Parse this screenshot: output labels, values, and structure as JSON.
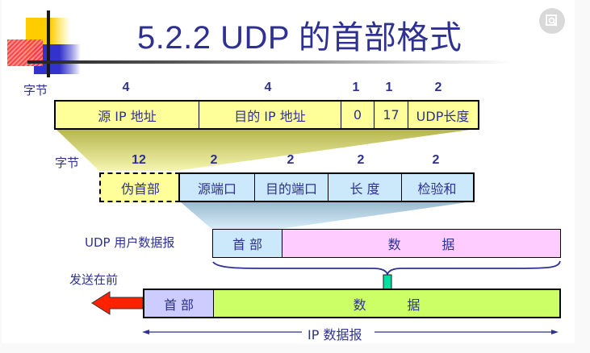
{
  "title": "5.2.2  UDP 的首部格式",
  "zoom_button": {
    "icon": "zoom-icon"
  },
  "colors": {
    "title_text": "#2e3192",
    "ip_header_fill": "#ffff99",
    "udp_header_fill": "#cce9fb",
    "udp_data_fill": "#ffccff",
    "ip_header_part_fill": "#ccccff",
    "ip_data_fill": "#ccff66",
    "down_arrow": "#00e0a0",
    "send_arrow": "#ff2200"
  },
  "pseudo_header": {
    "bytes_label": "字节",
    "sizes": [
      "4",
      "4",
      "1",
      "1",
      "2"
    ],
    "fields": [
      "源 IP 地址",
      "目的 IP 地址",
      "0",
      "17",
      "UDP长度"
    ]
  },
  "udp_header": {
    "bytes_label": "字节",
    "sizes": [
      "12",
      "2",
      "2",
      "2",
      "2"
    ],
    "pseudo_label": "伪首部",
    "fields": [
      "源端口",
      "目的端口",
      "长  度",
      "检验和"
    ]
  },
  "udp_datagram": {
    "label": "UDP 用户数据报",
    "header": "首  部",
    "data": "数          据"
  },
  "ip_datagram": {
    "send_first_label": "发送在前",
    "header": "首  部",
    "data": "数          据",
    "span_label": "IP 数据报"
  }
}
